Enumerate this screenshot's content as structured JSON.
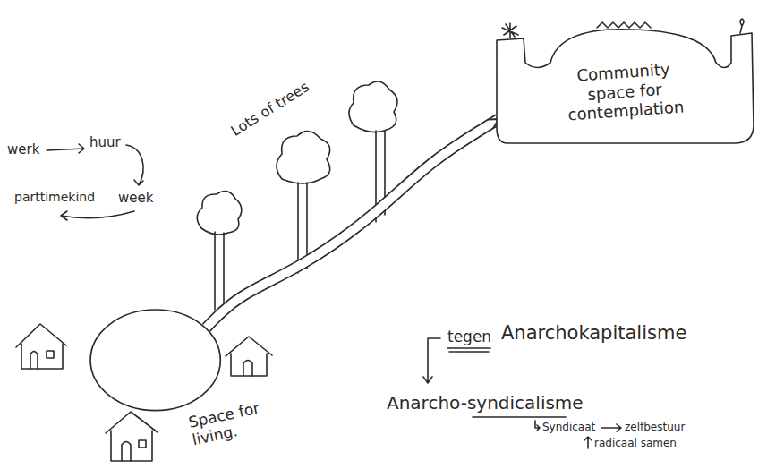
{
  "diagram": {
    "nodes": [
      {
        "text": [
          "Community space for contemplation"
        ]
      },
      {
        "text": [
          "Space for living."
        ]
      }
    ],
    "edges": [
      {
        "from": 1,
        "to": 0,
        "arrow": "to"
      }
    ],
    "labels": [
      "Lots of trees",
      "werk",
      "huur",
      "week",
      "parttimekind",
      "tegen",
      "Anarchokapitalisme",
      "Anarcho-syndicalisme",
      "Syndicaat",
      "zelfbestuur",
      "radicaal samen"
    ]
  }
}
